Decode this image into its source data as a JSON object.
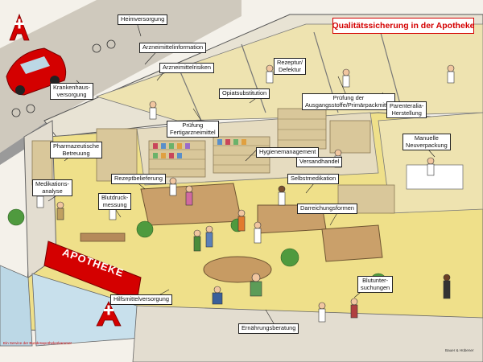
{
  "title": "Qualitätssicherung in der Apotheke",
  "store_sign": "APOTHEKE",
  "footer": "Ein Service der Bundesapothekerkammer",
  "signature": "Bauer & Hübener",
  "labels": [
    {
      "id": "heimversorgung",
      "lines": [
        "Heimversorgung"
      ]
    },
    {
      "id": "arzneimittelinformation",
      "lines": [
        "Arzneimittelinformation"
      ]
    },
    {
      "id": "arzneimittelrisiken",
      "lines": [
        "Arzneimittelrisiken"
      ]
    },
    {
      "id": "rezeptur-defektur",
      "lines": [
        "Rezeptur/",
        "Defektur"
      ]
    },
    {
      "id": "krankenhausversorgung",
      "lines": [
        "Krankenhaus-",
        "versorgung"
      ]
    },
    {
      "id": "opiatsubstitution",
      "lines": [
        "Opiatsubstitution"
      ]
    },
    {
      "id": "pruefung-ausgangsstoffe",
      "lines": [
        "Prüfung der",
        "Ausgangsstoffe/Primärpackmittel"
      ]
    },
    {
      "id": "parenteralia",
      "lines": [
        "Parenteralia-",
        "Herstellung"
      ]
    },
    {
      "id": "pruefung-fertigarzneimittel",
      "lines": [
        "Prüfung",
        "Fertigarzneimittel"
      ]
    },
    {
      "id": "hygienemanagement",
      "lines": [
        "Hygienemanagement"
      ]
    },
    {
      "id": "pharmazeutische-betreuung",
      "lines": [
        "Pharmazeutische",
        "Betreuung"
      ]
    },
    {
      "id": "manuelle-neuverpackung",
      "lines": [
        "Manuelle",
        "Neuverpackung"
      ]
    },
    {
      "id": "versandhandel",
      "lines": [
        "Versandhandel"
      ]
    },
    {
      "id": "medikationsanalyse",
      "lines": [
        "Medikations-",
        "analyse"
      ]
    },
    {
      "id": "rezeptbelieferung",
      "lines": [
        "Rezeptbelieferung"
      ]
    },
    {
      "id": "selbstmedikation",
      "lines": [
        "Selbstmedikation"
      ]
    },
    {
      "id": "blutdruckmessung",
      "lines": [
        "Blutdruck-",
        "messung"
      ]
    },
    {
      "id": "darreichungsformen",
      "lines": [
        "Darreichungsformen"
      ]
    },
    {
      "id": "blutuntersuchungen",
      "lines": [
        "Blutunter-",
        "suchungen"
      ]
    },
    {
      "id": "hilfsmittelversorgung",
      "lines": [
        "Hilfsmittelversorgung"
      ]
    },
    {
      "id": "ernaehrungsberatung",
      "lines": [
        "Ernährungsberatung"
      ]
    }
  ],
  "colors": {
    "brand_red": "#d40000",
    "floor": "#efe08a",
    "wall": "#e8e3d4",
    "street": "#cfc9bd",
    "shelf": "#d9c79a"
  }
}
